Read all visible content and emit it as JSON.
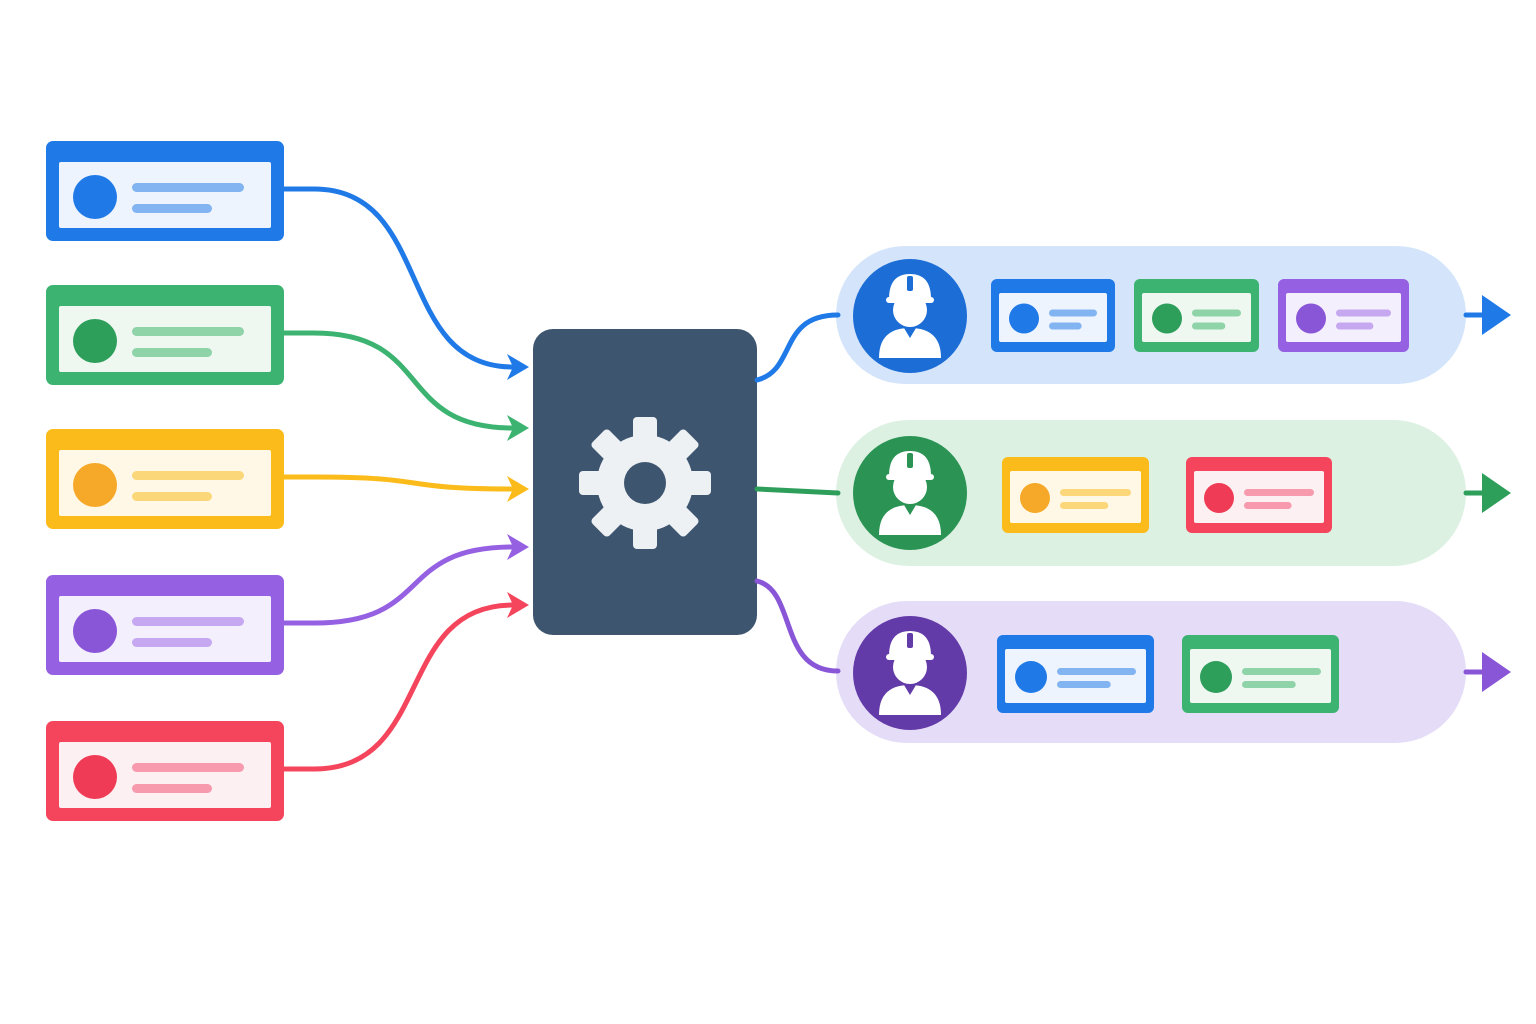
{
  "colors": {
    "background": "#ffffff",
    "processor": "#3e556f",
    "gear": "#eef1f4"
  },
  "icons": {
    "processor": "gear-icon",
    "worker": "worker-helmet-icon",
    "task": "task-card-icon",
    "flow": "arrow-right-icon"
  },
  "inputs": [
    {
      "id": "blue",
      "color": "#1f7ae8",
      "tint": "#eef4fd",
      "line": "#82b4f2",
      "dot": "#1f7ae8"
    },
    {
      "id": "green",
      "color": "#3cb371",
      "tint": "#eef8f1",
      "line": "#8fd3a8",
      "dot": "#2e9e5b"
    },
    {
      "id": "yellow",
      "color": "#fbbc1b",
      "tint": "#fff8e6",
      "line": "#fcd77a",
      "dot": "#f6a928"
    },
    {
      "id": "purple",
      "color": "#9561e2",
      "tint": "#f4effc",
      "line": "#c5a8f0",
      "dot": "#8a56d8"
    },
    {
      "id": "red",
      "color": "#f5455c",
      "tint": "#fdf0f2",
      "line": "#f79aae",
      "dot": "#ef3b55"
    }
  ],
  "lanes": [
    {
      "id": "lane-blue",
      "color": "#1f7ae8",
      "bg": "#d4e5fb",
      "avatar": "#1c6dd6",
      "tasks": [
        "blue",
        "green",
        "purple"
      ]
    },
    {
      "id": "lane-green",
      "color": "#2e9e5b",
      "bg": "#dcf1e2",
      "avatar": "#2b9455",
      "tasks": [
        "yellow",
        "red"
      ]
    },
    {
      "id": "lane-purple",
      "color": "#8a56d8",
      "bg": "#e5dcf8",
      "avatar": "#633ba8",
      "tasks": [
        "blue",
        "green"
      ]
    }
  ]
}
